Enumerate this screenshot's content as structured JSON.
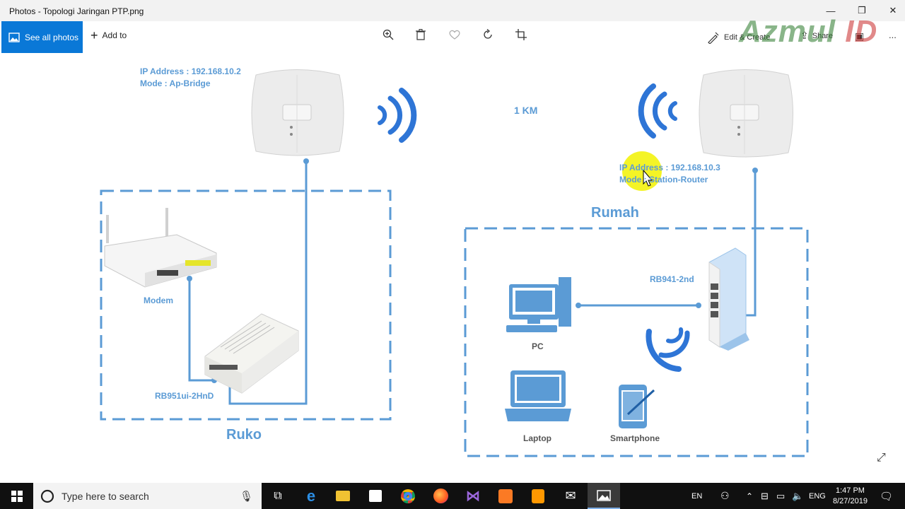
{
  "window": {
    "title": "Photos - Topologi Jaringan PTP.png",
    "minimize": "—",
    "maximize": "❐",
    "close": "✕"
  },
  "toolbar": {
    "see_all": "See all photos",
    "add_to": "Add to",
    "edit_create": "Edit & Create",
    "share": "Share",
    "more": "..."
  },
  "watermark": {
    "brand": "Azmul",
    "suffix": "ID"
  },
  "diagram": {
    "ap_bridge": {
      "ip": "IP Address : 192.168.10.2",
      "mode": "Mode : Ap-Bridge"
    },
    "distance": "1 KM",
    "station": {
      "ip": "IP Address : 192.168.10.3",
      "mode": "Mode : Station-Router"
    },
    "rumah": "Rumah",
    "ruko": "Ruko",
    "modem": "Modem",
    "rb951": "RB951ui-2HnD",
    "rb941": "RB941-2nd",
    "pc": "PC",
    "laptop": "Laptop",
    "smartphone": "Smartphone",
    "colors": {
      "line": "#5b9bd5",
      "wifi": "#2e75d6"
    }
  },
  "taskbar": {
    "search_placeholder": "Type here to search",
    "lang_en": "EN",
    "lang_eng": "ENG",
    "time": "1:47 PM",
    "date": "8/27/2019"
  }
}
